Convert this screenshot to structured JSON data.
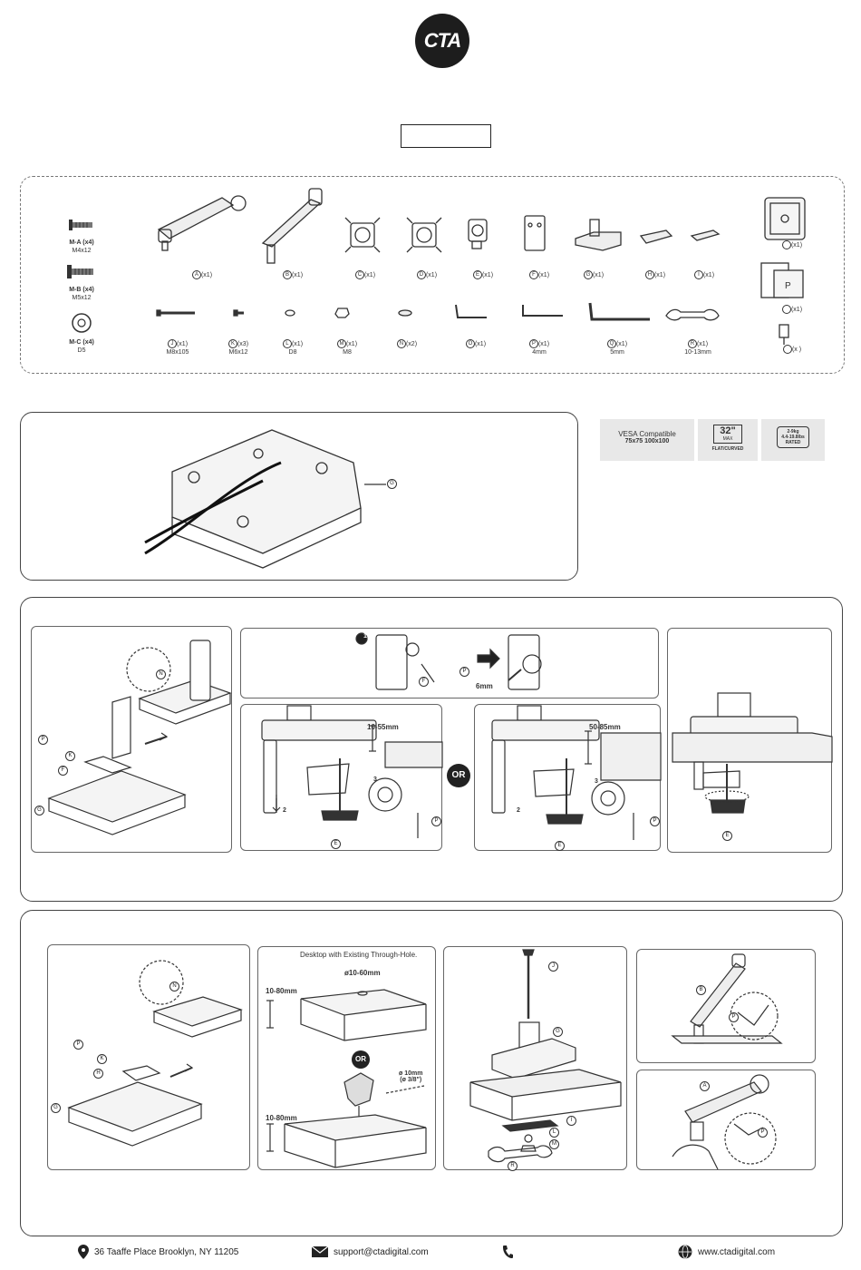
{
  "brand": {
    "logo_text": "CTA"
  },
  "title_box": "",
  "hardware": [
    {
      "id": "M-A",
      "qty": "(x4)",
      "size": "M4x12"
    },
    {
      "id": "M-B",
      "qty": "(x4)",
      "size": "M5x12"
    },
    {
      "id": "M-C",
      "qty": "(x4)",
      "size": "D5"
    }
  ],
  "parts_row1": [
    {
      "letter": "A",
      "qty": "(x1)"
    },
    {
      "letter": "B",
      "qty": "(x1)"
    },
    {
      "letter": "C",
      "qty": "(x1)"
    },
    {
      "letter": "D",
      "qty": "(x1)"
    },
    {
      "letter": "E",
      "qty": "(x1)"
    },
    {
      "letter": "F",
      "qty": "(x1)"
    },
    {
      "letter": "G",
      "qty": "(x1)"
    },
    {
      "letter": "H",
      "qty": "(x1)"
    },
    {
      "letter": "I",
      "qty": "(x1)"
    }
  ],
  "parts_row2": [
    {
      "letter": "J",
      "qty": "(x1)",
      "size": "M8x105"
    },
    {
      "letter": "K",
      "qty": "(x3)",
      "size": "M6x12"
    },
    {
      "letter": "L",
      "qty": "(x1)",
      "size": "D8"
    },
    {
      "letter": "M",
      "qty": "(x1)",
      "size": "M8"
    },
    {
      "letter": "N",
      "qty": "(x2)",
      "size": ""
    },
    {
      "letter": "O",
      "qty": "(x1)",
      "size": ""
    },
    {
      "letter": "P",
      "qty": "(x1)",
      "size": "4mm"
    },
    {
      "letter": "Q",
      "qty": "(x1)",
      "size": "5mm"
    },
    {
      "letter": "R",
      "qty": "(x1)",
      "size": "10-13mm"
    }
  ],
  "side_parts": [
    {
      "qty": "(x1)"
    },
    {
      "qty": "(x1)"
    },
    {
      "qty": "(x )"
    }
  ],
  "specs": {
    "vesa_title": "VESA Compatible",
    "vesa_sizes": "75x75 100x100",
    "screen_size": "32\"",
    "screen_max": "MAX",
    "screen_type": "FLAT/CURVED",
    "weight_line1": "2-9kg",
    "weight_line2": "4.4-19.8lbs",
    "weight_line3": "RATED"
  },
  "step_base": {
    "callout": "G"
  },
  "clamp_step": {
    "callouts_left": [
      "N",
      "P",
      "K",
      "F",
      "G"
    ],
    "step1_marker": "1",
    "step1_callouts": [
      "F",
      "P"
    ],
    "step1_size": "6mm",
    "range_a": "10-55mm",
    "range_b": "50-85mm",
    "or_label": "OR",
    "step2": "2",
    "step3": "3",
    "callout_e": "E",
    "callout_p": "P"
  },
  "grommet_step": {
    "callouts_left": [
      "N",
      "P",
      "K",
      "H",
      "G"
    ],
    "desktop_title": "Desktop with Existing Through-Hole.",
    "hole_size": "ø10-60mm",
    "thickness_a": "10-80mm",
    "thickness_b": "10-80mm",
    "or_label": "OR",
    "drill_size": "ø 10mm",
    "drill_size_imperial": "(ø 3/8\")",
    "callouts_right": [
      "J",
      "G",
      "I",
      "L",
      "M",
      "R"
    ],
    "callouts_arm": [
      "B",
      "P",
      "A",
      "P"
    ]
  },
  "footer": {
    "address": "36 Taaffe Place Brooklyn, NY 11205",
    "email": "support@ctadigital.com",
    "phone": "",
    "website": "www.ctadigital.com"
  }
}
